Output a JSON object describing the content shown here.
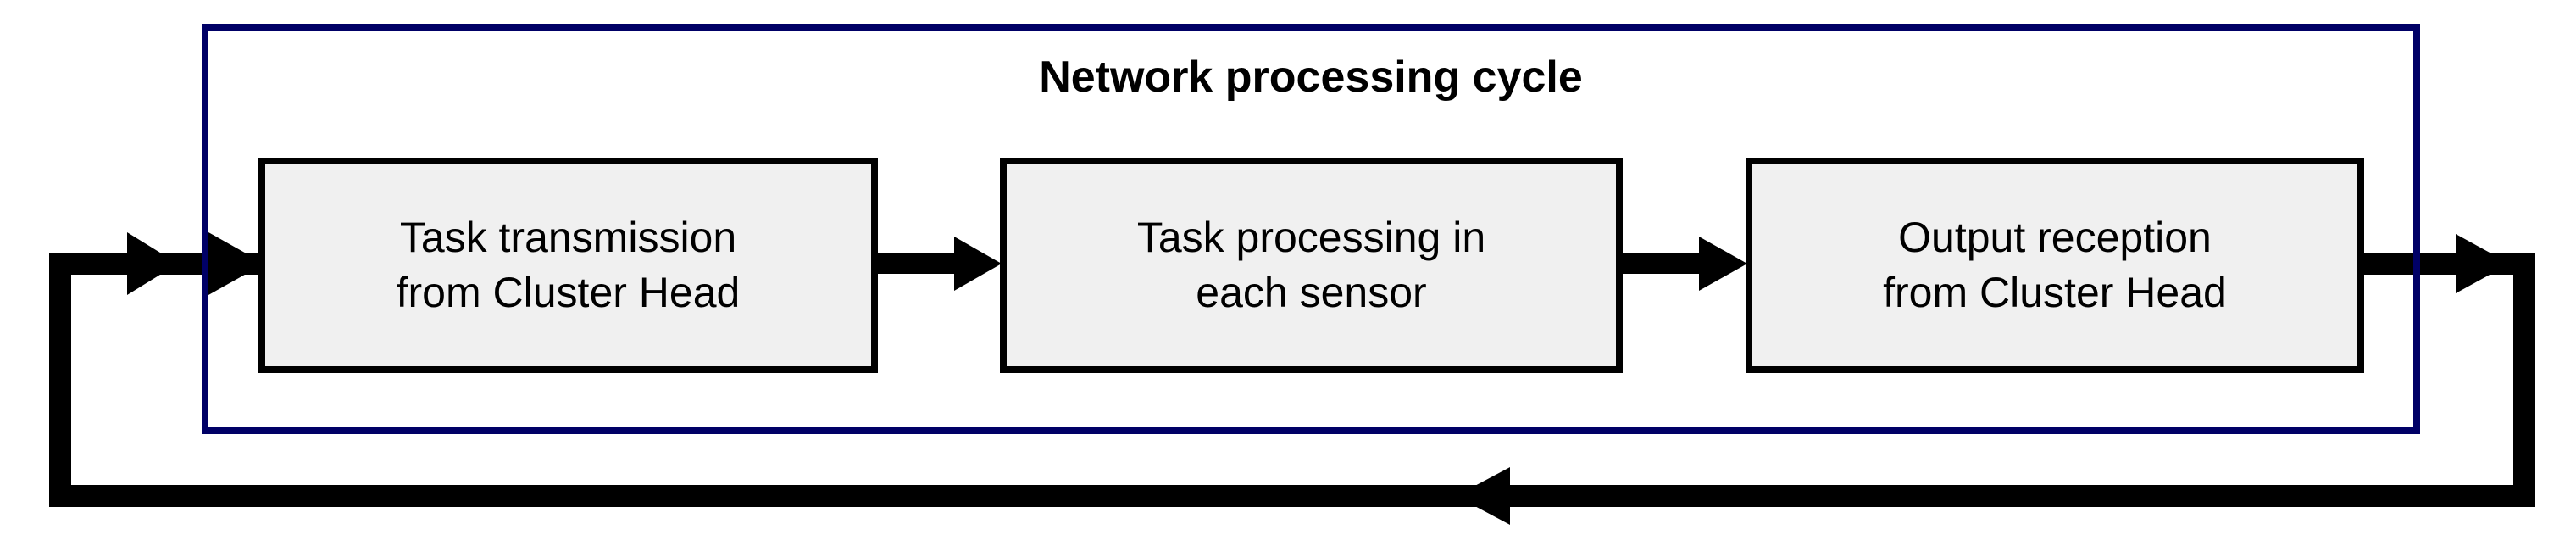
{
  "diagram": {
    "title": "Network processing cycle",
    "colors": {
      "cycle_border": "#000066",
      "box_border": "#000000",
      "box_fill": "#f0f0f0",
      "arrow": "#000000",
      "background": "#ffffff"
    },
    "stages": [
      {
        "id": "task-transmission",
        "line1": "Task transmission",
        "line2": "from Cluster Head"
      },
      {
        "id": "task-processing",
        "line1": "Task processing in",
        "line2": "each sensor"
      },
      {
        "id": "output-reception",
        "line1": "Output reception",
        "line2": "from Cluster Head"
      }
    ],
    "connectors": [
      {
        "id": "entry-arrow",
        "from": "loop",
        "to": "task-transmission",
        "direction": "right"
      },
      {
        "id": "stage1-to-stage2-arrow",
        "from": "task-transmission",
        "to": "task-processing",
        "direction": "right"
      },
      {
        "id": "stage2-to-stage3-arrow",
        "from": "task-processing",
        "to": "output-reception",
        "direction": "right"
      },
      {
        "id": "exit-arrow",
        "from": "output-reception",
        "to": "loop",
        "direction": "right"
      },
      {
        "id": "feedback-arrow",
        "from": "output-reception",
        "to": "task-transmission",
        "direction": "left"
      }
    ]
  }
}
